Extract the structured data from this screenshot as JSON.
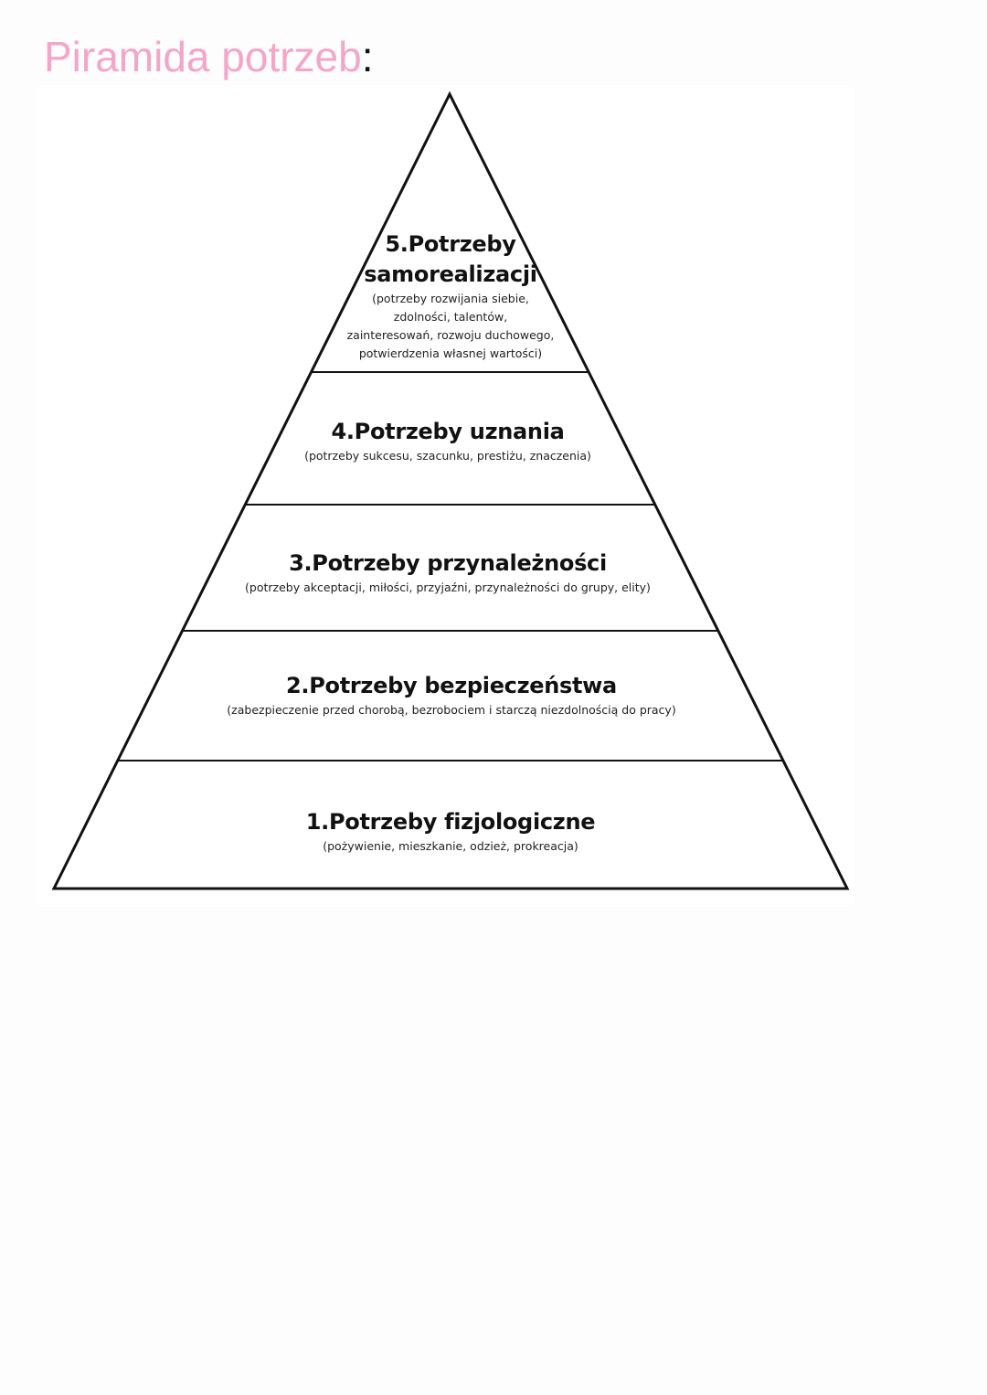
{
  "title": {
    "text": "Piramida potrzeb",
    "suffix": ":",
    "color": "#f4a6c8"
  },
  "pyramid": {
    "stroke_color": "#111111",
    "levels": [
      {
        "id": "level-5",
        "heading_line1": "5.Potrzeby",
        "heading_line2": "samorealizacji",
        "description_lines": [
          "(potrzeby rozwijania siebie,",
          "zdolności, talentów,",
          "zainteresowań, rozwoju duchowego,",
          "potwierdzenia własnej wartości)"
        ]
      },
      {
        "id": "level-4",
        "heading": "4.Potrzeby uznania",
        "description": "(potrzeby sukcesu, szacunku, prestiżu, znaczenia)"
      },
      {
        "id": "level-3",
        "heading": "3.Potrzeby przynależności",
        "description": "(potrzeby akceptacji, miłości, przyjaźni, przynależności do grupy, elity)"
      },
      {
        "id": "level-2",
        "heading": "2.Potrzeby bezpieczeństwa",
        "description": "(zabezpieczenie przed chorobą, bezrobociem i starczą niezdolnością do pracy)"
      },
      {
        "id": "level-1",
        "heading": "1.Potrzeby fizjologiczne",
        "description": "(pożywienie, mieszkanie, odzież, prokreacja)"
      }
    ]
  }
}
